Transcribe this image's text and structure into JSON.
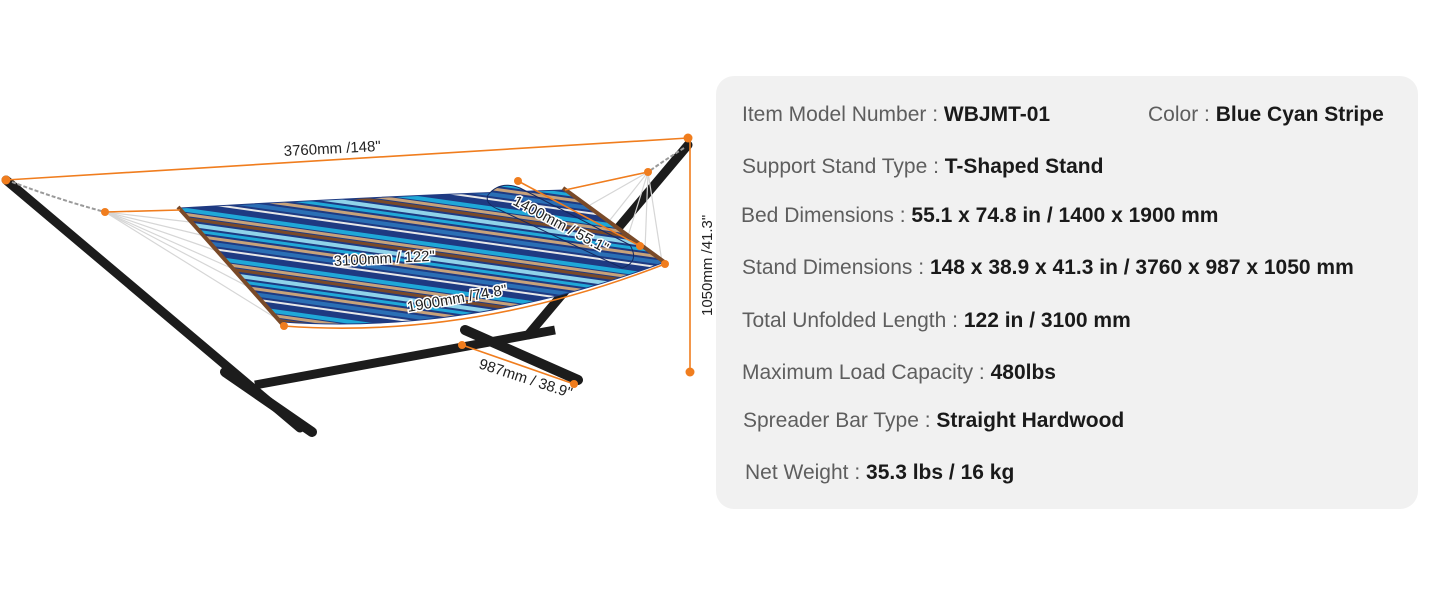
{
  "dimensions": {
    "overall_length": "3760mm /148\"",
    "spreader_length": "3100mm / 122\"",
    "bed_length": "1900mm /74.8\"",
    "bed_width": "1400mm / 55.1\"",
    "height": "1050mm /41.3\"",
    "base_width": "987mm / 38.9\""
  },
  "colors": {
    "accent": "#f07d1e",
    "frame": "#1c1c1c",
    "panel_bg": "#f1f1f1",
    "stripe_navy": "#1e3a82",
    "stripe_cyan": "#1fa8d8",
    "stripe_tan": "#c7a27a",
    "stripe_brown": "#7a4a28"
  },
  "specs": {
    "model": {
      "label": "Item Model Number :",
      "value": "WBJMT-01"
    },
    "color": {
      "label": "Color :",
      "value": "Blue Cyan Stripe"
    },
    "stand_type": {
      "label": "Support Stand Type :",
      "value": "T-Shaped Stand"
    },
    "bed_dimensions": {
      "label": "Bed Dimensions :",
      "value": "55.1 x 74.8 in / 1400 x 1900 mm"
    },
    "stand_dimensions": {
      "label": "Stand Dimensions :",
      "value": "148 x 38.9 x 41.3 in / 3760 x 987 x 1050 mm"
    },
    "unfolded_length": {
      "label": "Total Unfolded Length :",
      "value": "122 in / 3100 mm"
    },
    "max_load": {
      "label": "Maximum Load Capacity :",
      "value": "480lbs"
    },
    "spreader_bar": {
      "label": "Spreader Bar Type :",
      "value": "Straight Hardwood"
    },
    "net_weight": {
      "label": "Net Weight :",
      "value": "35.3 lbs / 16 kg"
    }
  }
}
